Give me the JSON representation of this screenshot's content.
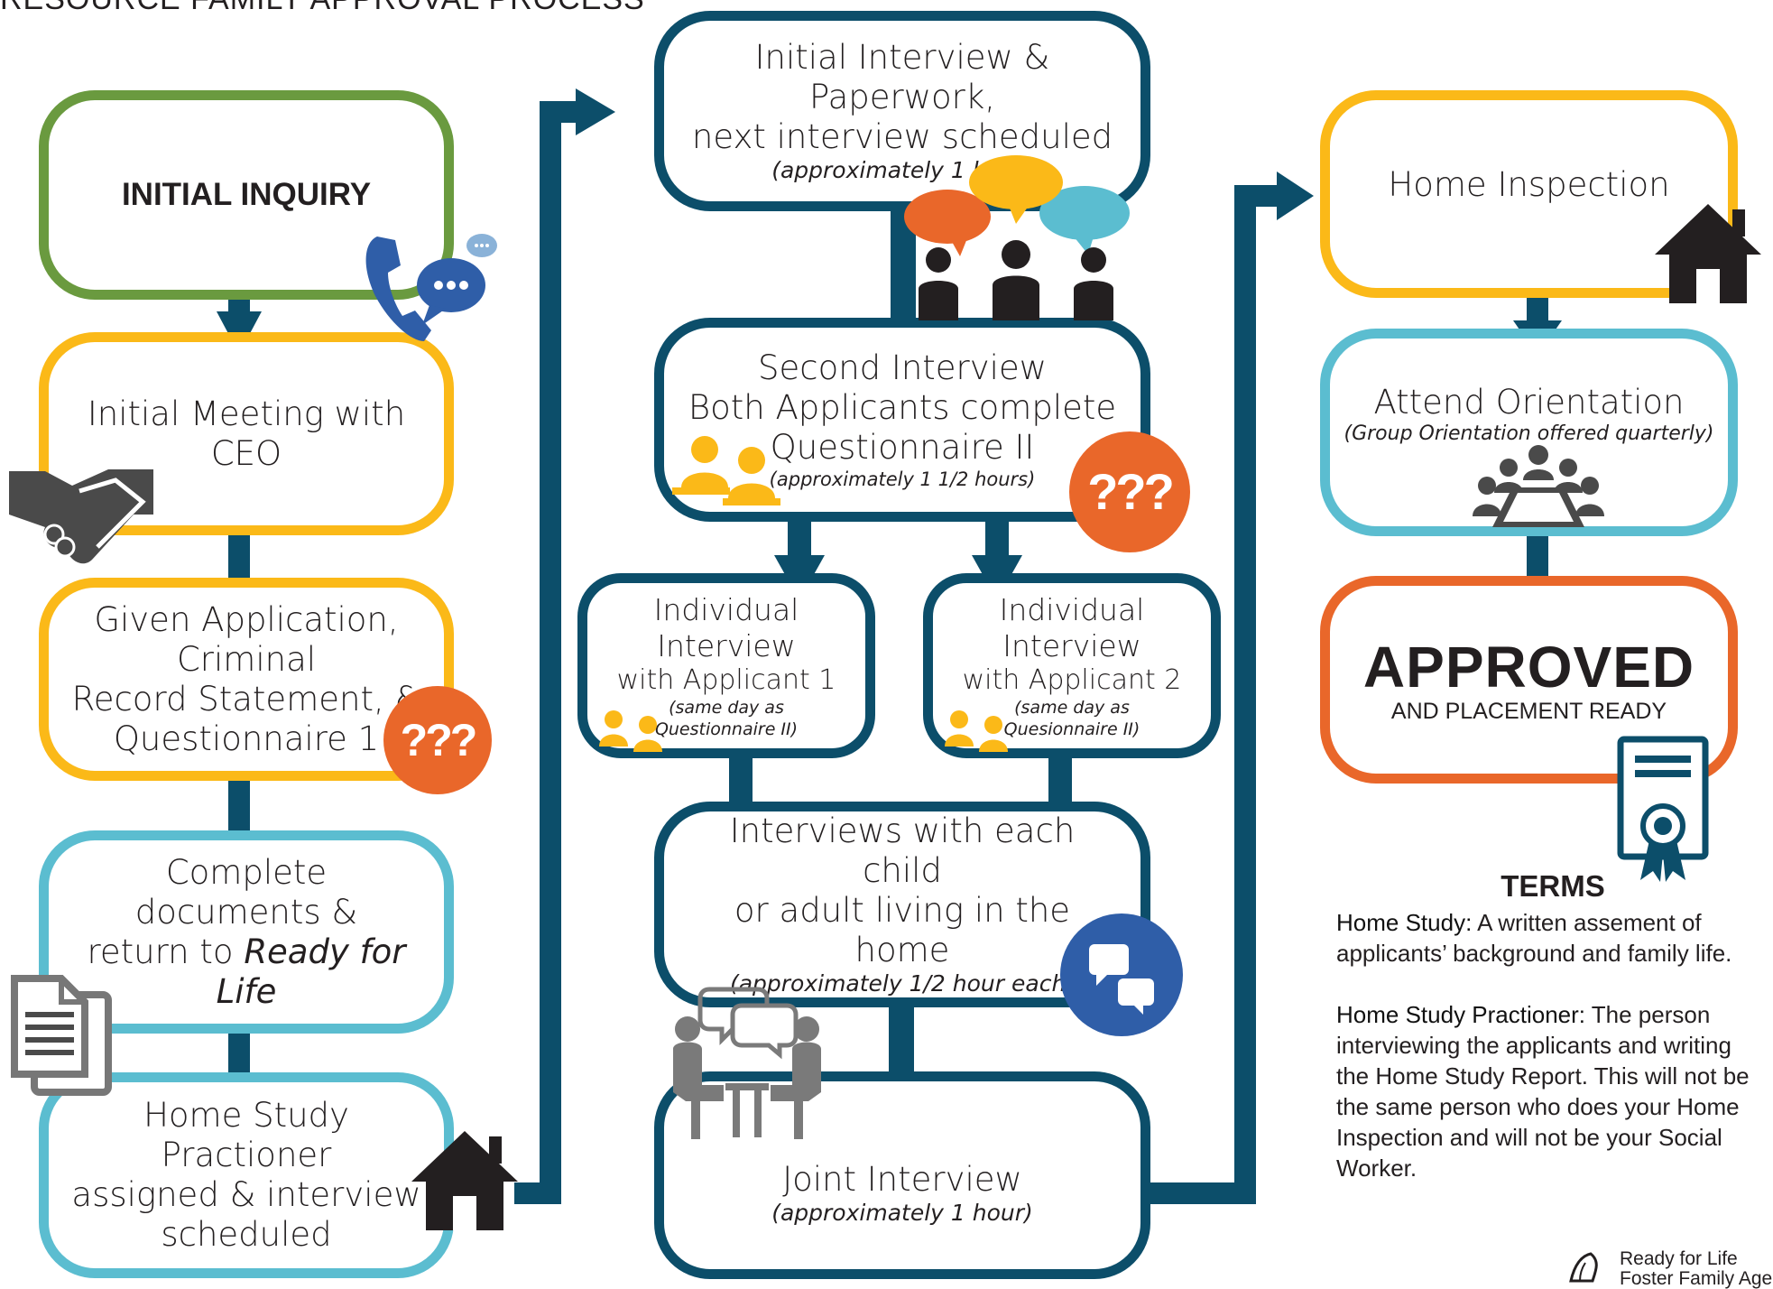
{
  "title": "RESOURCE FAMILY APPROVAL PROCESS",
  "colors": {
    "navy": "#0c4e6a",
    "green": "#6a9a3f",
    "yellow": "#fbb918",
    "cyan": "#5bbdd0",
    "orange": "#e9672a",
    "blue": "#2f5ea8",
    "gray": "#4a4a4a"
  },
  "steps": {
    "initial_inquiry": {
      "text": "INITIAL INQUIRY"
    },
    "meeting_ceo": {
      "line1": "Initial Meeting with",
      "line2": "CEO"
    },
    "given_application": {
      "line1": "Given Application, Criminal",
      "line2": "Record Statement, &",
      "line3": "Questionnaire 1"
    },
    "complete_documents": {
      "line1": "Complete documents &",
      "line2_prefix": "return to ",
      "line2_italic": "Ready for Life"
    },
    "practioner_assigned": {
      "line1": "Home Study Practioner",
      "line2": "assigned & interview",
      "line3": "scheduled"
    },
    "initial_interview": {
      "line1": "Initial Interview & Paperwork,",
      "line2": "next interview scheduled",
      "note": "(approximately 1 hour)"
    },
    "second_interview": {
      "line1": "Second Interview",
      "line2": "Both Applicants complete",
      "line3": "Questionnaire II",
      "note": "(approximately 1 1/2 hours)"
    },
    "individual_1": {
      "line1": "Individual Interview",
      "line2": "with Applicant 1",
      "note1": "(same day as",
      "note2": "Questionnaire II)"
    },
    "individual_2": {
      "line1": "Individual Interview",
      "line2": "with Applicant 2",
      "note1": "(same day as",
      "note2": "Quesionnaire II)"
    },
    "interviews_child": {
      "line1": "Interviews with each child",
      "line2": "or adult living in the home",
      "note": "(approximately 1/2 hour each)"
    },
    "joint_interview": {
      "line1": "Joint Interview",
      "note": "(approximately 1 hour)"
    },
    "home_inspection": {
      "text": "Home Inspection"
    },
    "orientation": {
      "line1": "Attend Orientation",
      "note": "(Group Orientation offered quarterly)"
    },
    "approved": {
      "big": "APPROVED",
      "small": "AND PLACEMENT READY"
    }
  },
  "question_badge": "???",
  "terms": {
    "heading": "TERMS",
    "items": [
      {
        "term": "Home Study:",
        "definition": " A written assement of applicants’ background and family life."
      },
      {
        "term": "Home Study Practioner:",
        "definition": " The person interviewing the applicants and writing the Home Study Report. This will not be the same person who does your Home Inspection and will not be your Social Worker."
      }
    ]
  },
  "brand": {
    "line1": "Ready for Life",
    "line2": "Foster Family Agency"
  }
}
